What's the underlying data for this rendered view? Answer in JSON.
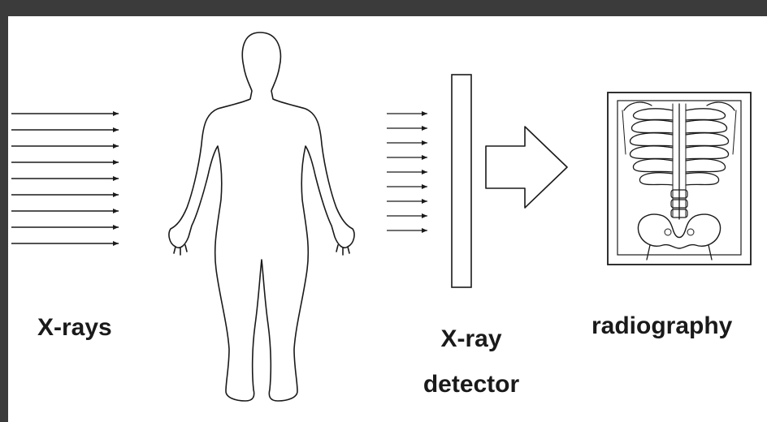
{
  "labels": {
    "xrays": "X-rays",
    "detector_line1": "X-ray",
    "detector_line2": "detector",
    "radiography": "radiography"
  },
  "colors": {
    "frame": "#3b3b3b",
    "background": "#ffffff",
    "ink": "#1a1a1a"
  },
  "icons": [
    "arrow-icon",
    "human-body-icon",
    "detector-plate-icon",
    "block-arrow-icon",
    "radiograph-film-icon"
  ]
}
